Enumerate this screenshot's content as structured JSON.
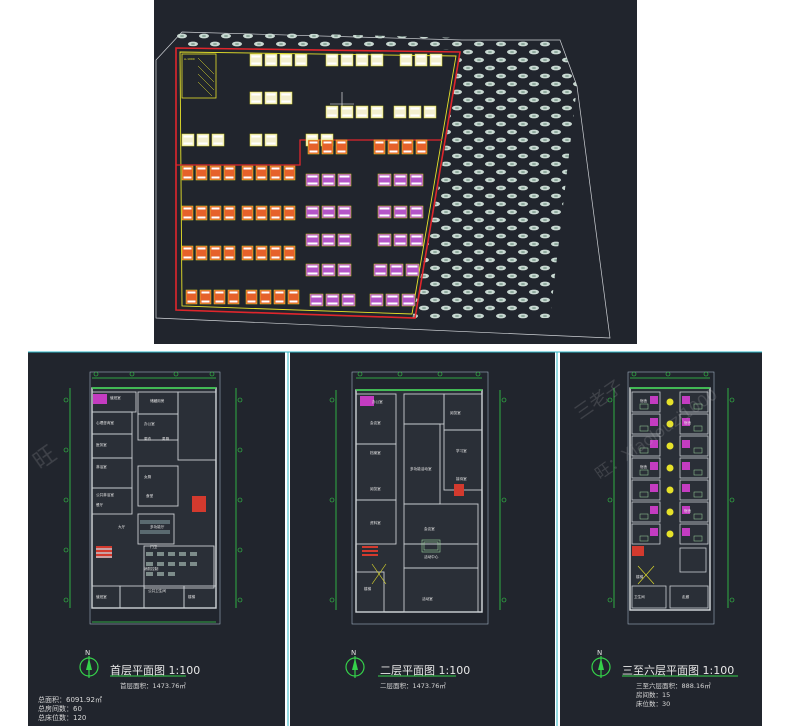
{
  "site_plan": {
    "label": "A-1000"
  },
  "floor_plans": [
    {
      "id": "ground",
      "title": "首层平面图 1:100",
      "area_text": "首层面积：1473.76㎡",
      "rooms": [
        "值班室",
        "储藏用房",
        "心理咨询室",
        "办公室",
        "医务室",
        "更衣",
        "男厕",
        "淋浴室",
        "女厕",
        "公共淋浴室",
        "食堂",
        "餐厅",
        "大厅",
        "多功能厅",
        "门卫",
        "消防控制",
        "值班室",
        "公共卫生间",
        "楼梯"
      ]
    },
    {
      "id": "second",
      "title": "二层平面图 1:100",
      "area_text": "二层面积：1473.76㎡",
      "rooms": [
        "办公室",
        "会议室",
        "档案室",
        "阅览室",
        "资料室",
        "多功能活动室",
        "阅览室",
        "学习室",
        "接待室",
        "会议室",
        "活动中心",
        "活动室",
        "楼梯"
      ]
    },
    {
      "id": "third-sixth",
      "title": "三至六层平面图 1:100",
      "area_text": "三至六层面积：888.16㎡",
      "extra": [
        "房间数：15",
        "床位数：30"
      ],
      "rooms": [
        "卫生间",
        "宿舍",
        "宿舍",
        "宿舍",
        "宿舍",
        "楼梯",
        "走廊"
      ]
    }
  ],
  "north_label": "N",
  "totals": {
    "total_area": "总面积：6091.92㎡",
    "rooms": "总房间数：60",
    "beds": "总床位数：120"
  },
  "watermarks": [
    "旺",
    "三老子",
    "旺：Xiaolouzi1000"
  ]
}
